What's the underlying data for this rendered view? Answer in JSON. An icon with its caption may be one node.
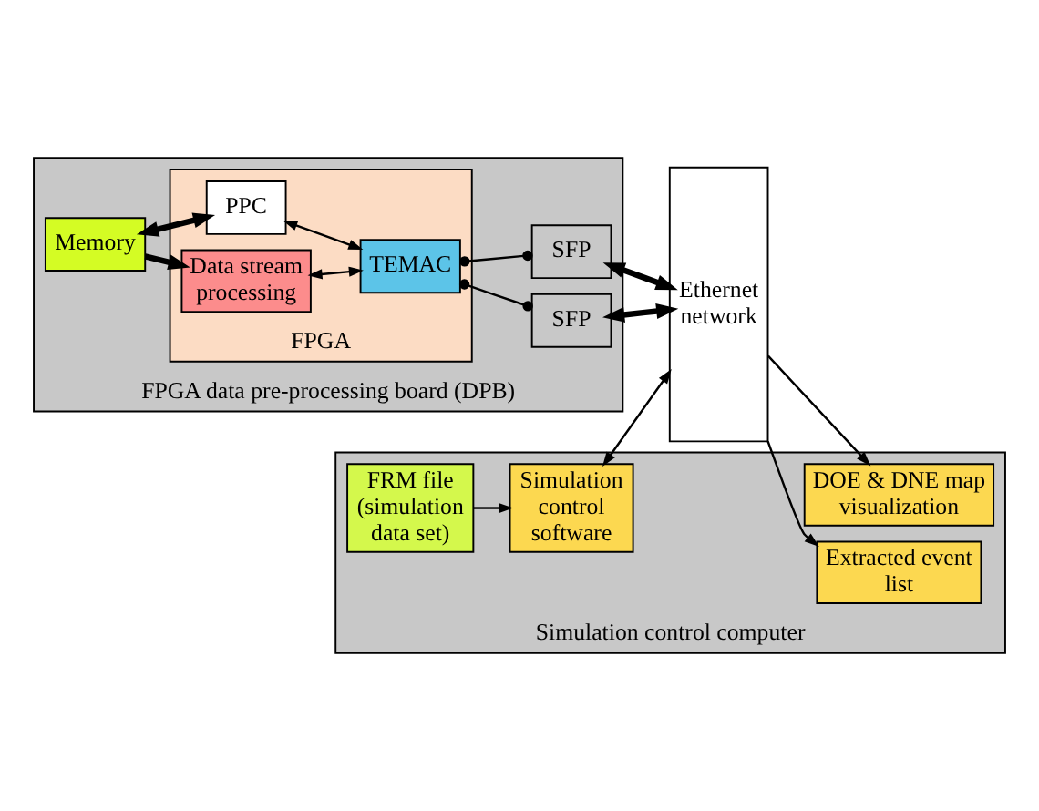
{
  "diagram": {
    "nodes": [
      {
        "text": [
          "FPGA data pre-processing board (DPB)"
        ]
      },
      {
        "text": [
          "Memory"
        ],
        "in": 0
      },
      {
        "text": [
          "FPGA"
        ],
        "in": 0
      },
      {
        "text": [
          "PPC"
        ],
        "in": 2
      },
      {
        "text": [
          "Data stream processing"
        ],
        "in": 2
      },
      {
        "text": [
          "TEMAC"
        ],
        "in": 2
      },
      {
        "text": [
          "SFP"
        ],
        "in": 0
      },
      {
        "text": [
          "SFP"
        ],
        "in": 0
      },
      {
        "text": [
          "Ethernet network"
        ]
      },
      {
        "text": [
          "Simulation control computer"
        ]
      },
      {
        "text": [
          "FRM file (simulation data set)"
        ],
        "in": 9
      },
      {
        "text": [
          "Simulation control software"
        ],
        "in": 9
      },
      {
        "text": [
          "DOE & DNE map visualization"
        ],
        "in": 9
      },
      {
        "text": [
          "Extracted event list"
        ],
        "in": 9
      }
    ],
    "edges": [
      {
        "from": 1,
        "to": 3,
        "arrow": "both",
        "style": "thick"
      },
      {
        "from": 1,
        "to": 4,
        "arrow": "to",
        "style": "thick"
      },
      {
        "from": 3,
        "to": 5,
        "arrow": "both"
      },
      {
        "from": 4,
        "to": 5,
        "arrow": "both"
      },
      {
        "from": 5,
        "to": 6,
        "arrow": "other"
      },
      {
        "from": 5,
        "to": 7,
        "arrow": "other"
      },
      {
        "from": 6,
        "to": 8,
        "arrow": "both",
        "style": "thick"
      },
      {
        "from": 7,
        "to": 8,
        "arrow": "both",
        "style": "thick"
      },
      {
        "from": 10,
        "to": 11,
        "arrow": "to"
      },
      {
        "from": 11,
        "to": 8,
        "arrow": "both"
      },
      {
        "from": 8,
        "to": 12,
        "arrow": "to"
      },
      {
        "from": 8,
        "to": 13,
        "arrow": "to"
      }
    ]
  }
}
